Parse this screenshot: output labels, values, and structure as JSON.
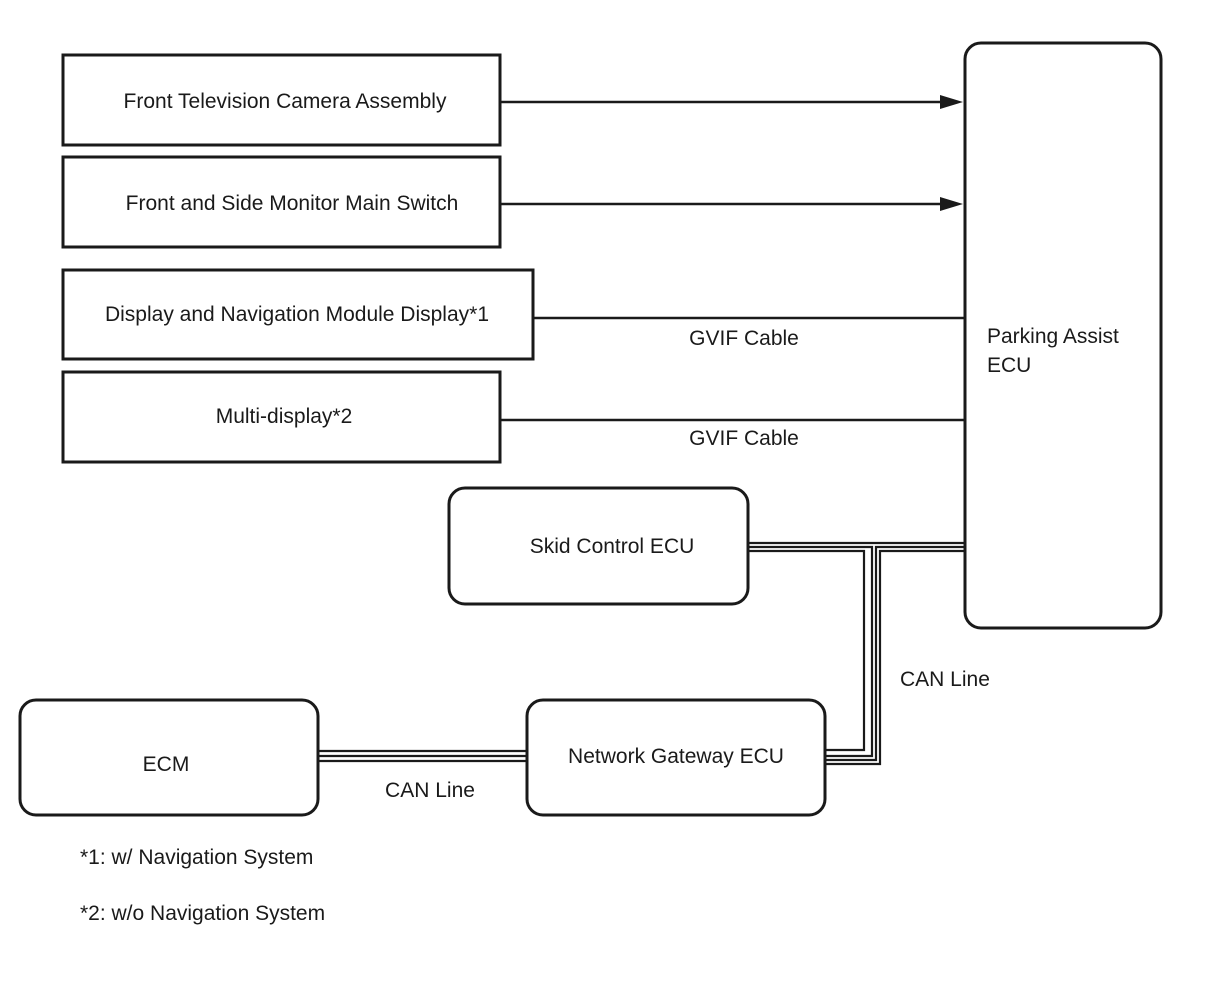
{
  "components": {
    "front_camera": "Front Television Camera Assembly",
    "monitor_switch": "Front and Side Monitor Main Switch",
    "nav_display": "Display and Navigation Module Display*1",
    "multi_display": "Multi-display*2",
    "skid_control": "Skid Control ECU",
    "parking_assist": [
      "Parking Assist",
      "ECU"
    ],
    "ecm": "ECM",
    "network_gateway": "Network Gateway ECU"
  },
  "connections": {
    "gvif_nav": "GVIF Cable",
    "gvif_multi": "GVIF Cable",
    "can_right": "CAN Line",
    "can_ecm": "CAN Line"
  },
  "notes": [
    "*1: w/ Navigation System",
    "*2: w/o Navigation System"
  ]
}
